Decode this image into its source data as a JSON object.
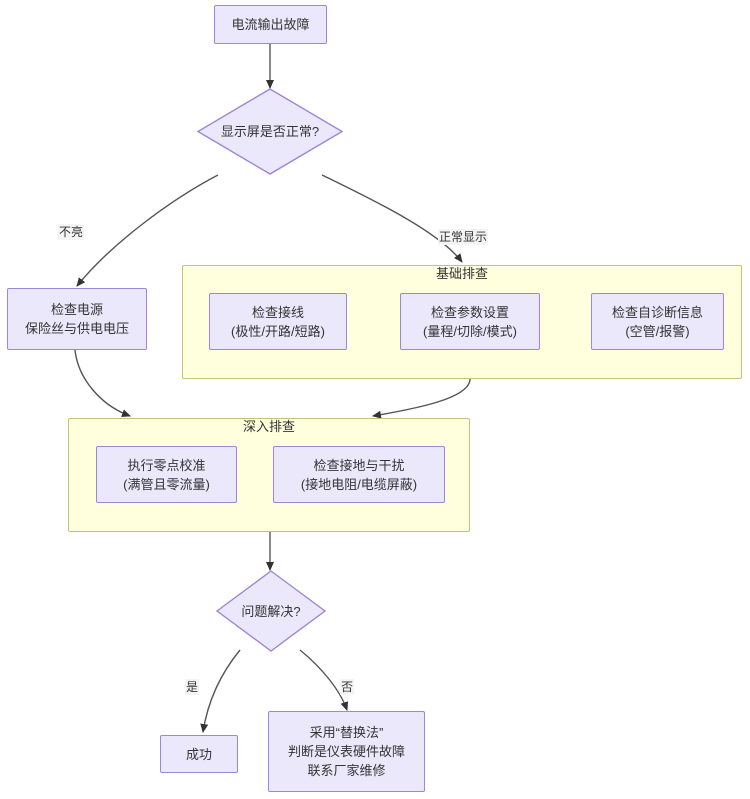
{
  "diagram": {
    "type": "flowchart",
    "orientation": "top-down",
    "title_visible": false,
    "nodes": {
      "start": {
        "label": "电流输出故障",
        "shape": "rect"
      },
      "display_check": {
        "label": "显示屏是否正常?",
        "shape": "diamond"
      },
      "power_check": {
        "label": "检查电源\n保险丝与供电电压",
        "shape": "rect"
      },
      "wiring_check": {
        "label": "检查接线\n(极性/开路/短路)",
        "shape": "rect"
      },
      "param_check": {
        "label": "检查参数设置\n(量程/切除/模式)",
        "shape": "rect"
      },
      "selfdiag_check": {
        "label": "检查自诊断信息\n(空管/报警)",
        "shape": "rect"
      },
      "zero_cal": {
        "label": "执行零点校准\n(满管且零流量)",
        "shape": "rect"
      },
      "ground_check": {
        "label": "检查接地与干扰\n(接地电阻/电缆屏蔽)",
        "shape": "rect"
      },
      "solved": {
        "label": "问题解决?",
        "shape": "diamond"
      },
      "success": {
        "label": "成功",
        "shape": "rect"
      },
      "replace_method": {
        "label": "采用“替换法”\n判断是仪表硬件故障\n联系厂家维修",
        "shape": "rect"
      }
    },
    "clusters": {
      "basic": {
        "title": "基础排查"
      },
      "deep": {
        "title": "深入排查"
      }
    },
    "edge_labels": {
      "not_lit": "不亮",
      "normal_display": "正常显示",
      "yes": "是",
      "no": "否"
    },
    "colors": {
      "node_fill": "#ECE8FB",
      "node_stroke": "#9E86D6",
      "cluster_fill": "#FFFFDE",
      "cluster_stroke": "#C3C37A",
      "edge_stroke": "#555555",
      "text": "#333333",
      "background": "#FFFFFF"
    }
  }
}
